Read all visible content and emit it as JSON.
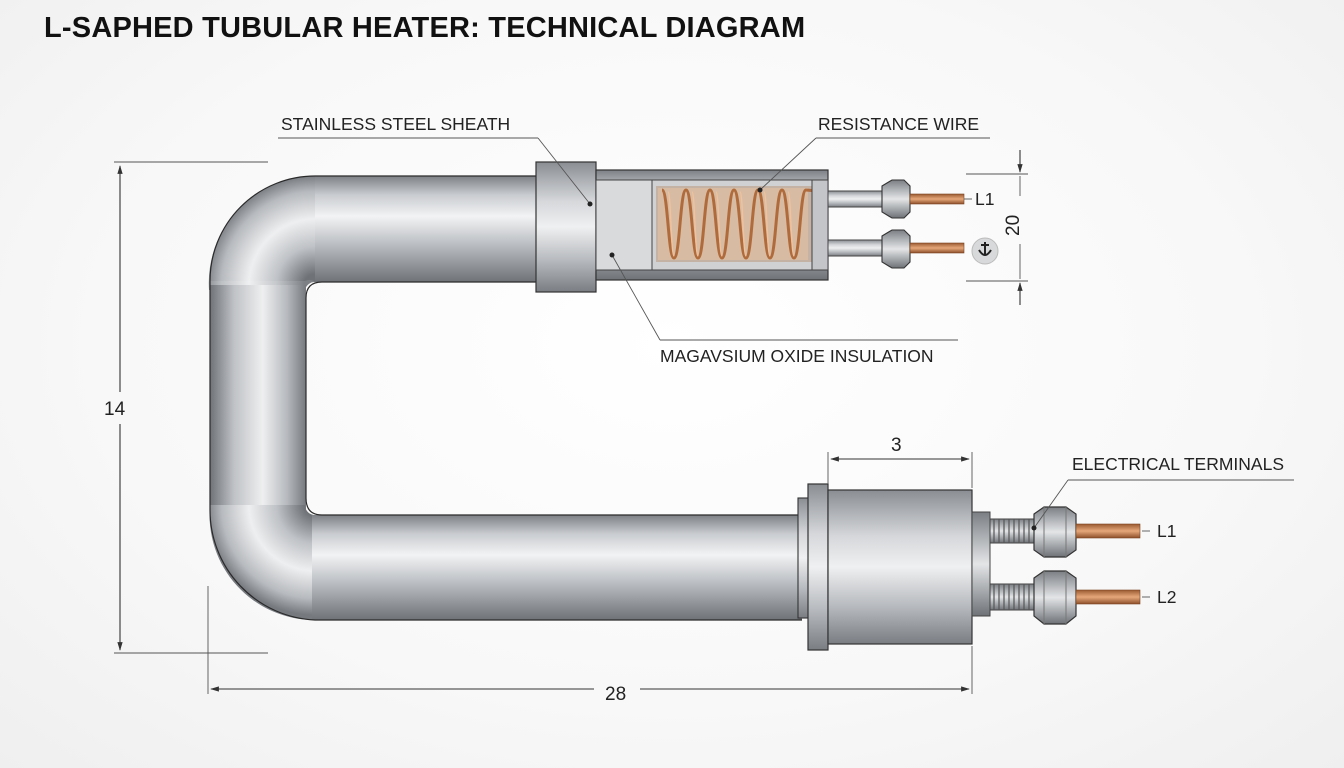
{
  "title": "L-SAPHED TUBULAR HEATER: TECHNICAL DIAGRAM",
  "callouts": {
    "sheath": "STAINLESS STEEL SHEATH",
    "wire": "RESISTANCE WIRE",
    "insulation": "MAGAVSIUM OXIDE INSULATION",
    "terminals": "ELECTRICAL TERMINALS"
  },
  "dimensions": {
    "height": "14",
    "width": "28",
    "collar": "3",
    "spacing": "20"
  },
  "terminal_labels": {
    "top_upper": "L1",
    "bottom_upper": "L1",
    "bottom_lower": "L2"
  },
  "icons": {
    "ground": "ground-symbol-icon"
  },
  "colors": {
    "steel": "#b9bcc0",
    "copper": "#c8875a",
    "text": "#111111"
  }
}
